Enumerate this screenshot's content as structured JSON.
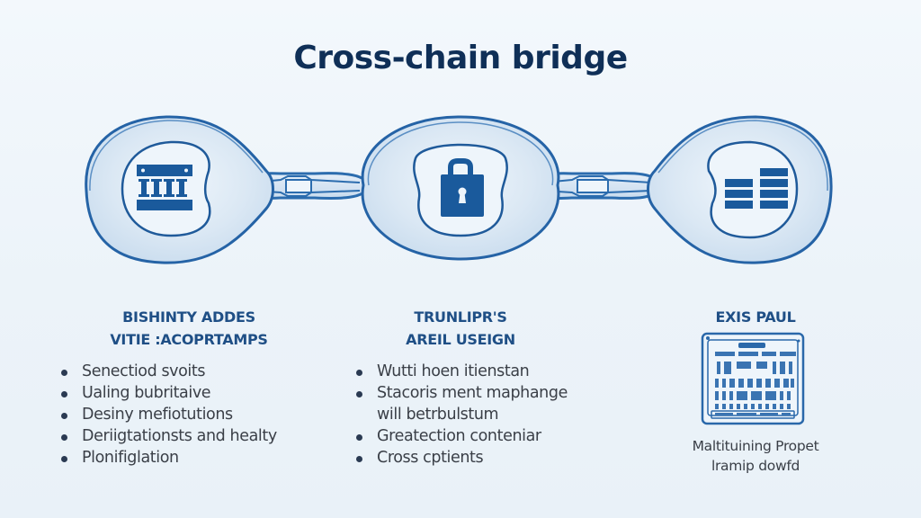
{
  "title": "Cross-chain bridge",
  "colors": {
    "title": "#0f2f57",
    "accent": "#1d5fa3",
    "icon_fill": "#1a5a9c",
    "link_fill": "#d4e3f1",
    "heading": "#1f4f86",
    "body_text": "#3a3f47",
    "background": "#eef5fb"
  },
  "chain": {
    "links": [
      {
        "name": "source-chain",
        "icon": "bank-columns-icon"
      },
      {
        "name": "bridge-lock",
        "icon": "padlock-icon"
      },
      {
        "name": "destination-chain",
        "icon": "stacked-blocks-icon"
      }
    ],
    "connectors": [
      "connector-left",
      "connector-right"
    ]
  },
  "columns": [
    {
      "heading": [
        "BISHINTY ADDES",
        "VITIE :ACOPRTAMPS"
      ],
      "bullets": [
        "Senectiod svoits",
        "Ualing bubritaive",
        "Desiny mefiotutions",
        "Deriigtationsts and healty",
        "Plonifiglation"
      ]
    },
    {
      "heading": [
        "TRUNLIPR'S",
        "AREIL USEIGN"
      ],
      "bullets": [
        {
          "text": "Wutti hoen itienstan",
          "cont": null
        },
        {
          "text": "Stacoris ment maphange",
          "cont": "will betrbulstum"
        },
        {
          "text": "Greatection conteniar",
          "cont": null
        },
        {
          "text": "Cross cptients",
          "cont": null
        }
      ]
    },
    {
      "heading": [
        "EXIS PAUL"
      ],
      "device_icon": "circuit-board-device-icon",
      "caption": [
        "Maltituining Propet",
        "lramip dowfd"
      ]
    }
  ]
}
